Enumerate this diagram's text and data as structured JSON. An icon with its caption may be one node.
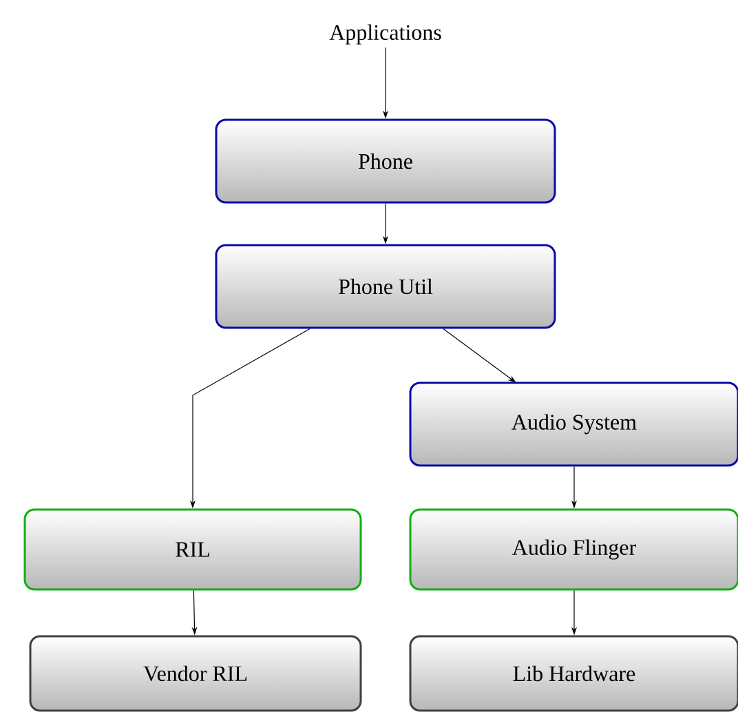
{
  "diagram": {
    "nodes": [
      {
        "text": [
          "Applications"
        ]
      },
      {
        "text": [
          "Phone"
        ]
      },
      {
        "text": [
          "Phone Util"
        ]
      },
      {
        "text": [
          "Audio System"
        ]
      },
      {
        "text": [
          "RIL"
        ]
      },
      {
        "text": [
          "Audio Flinger"
        ]
      },
      {
        "text": [
          "Vendor RIL"
        ]
      },
      {
        "text": [
          "Lib Hardware"
        ]
      }
    ],
    "edges": [
      {
        "from": 0,
        "to": 1,
        "arrow": "to"
      },
      {
        "from": 1,
        "to": 2,
        "arrow": "to"
      },
      {
        "from": 2,
        "to": 4,
        "arrow": "to"
      },
      {
        "from": 2,
        "to": 3,
        "arrow": "to"
      },
      {
        "from": 3,
        "to": 5,
        "arrow": "to"
      },
      {
        "from": 4,
        "to": 6,
        "arrow": "to"
      },
      {
        "from": 5,
        "to": 7,
        "arrow": "to"
      }
    ]
  }
}
